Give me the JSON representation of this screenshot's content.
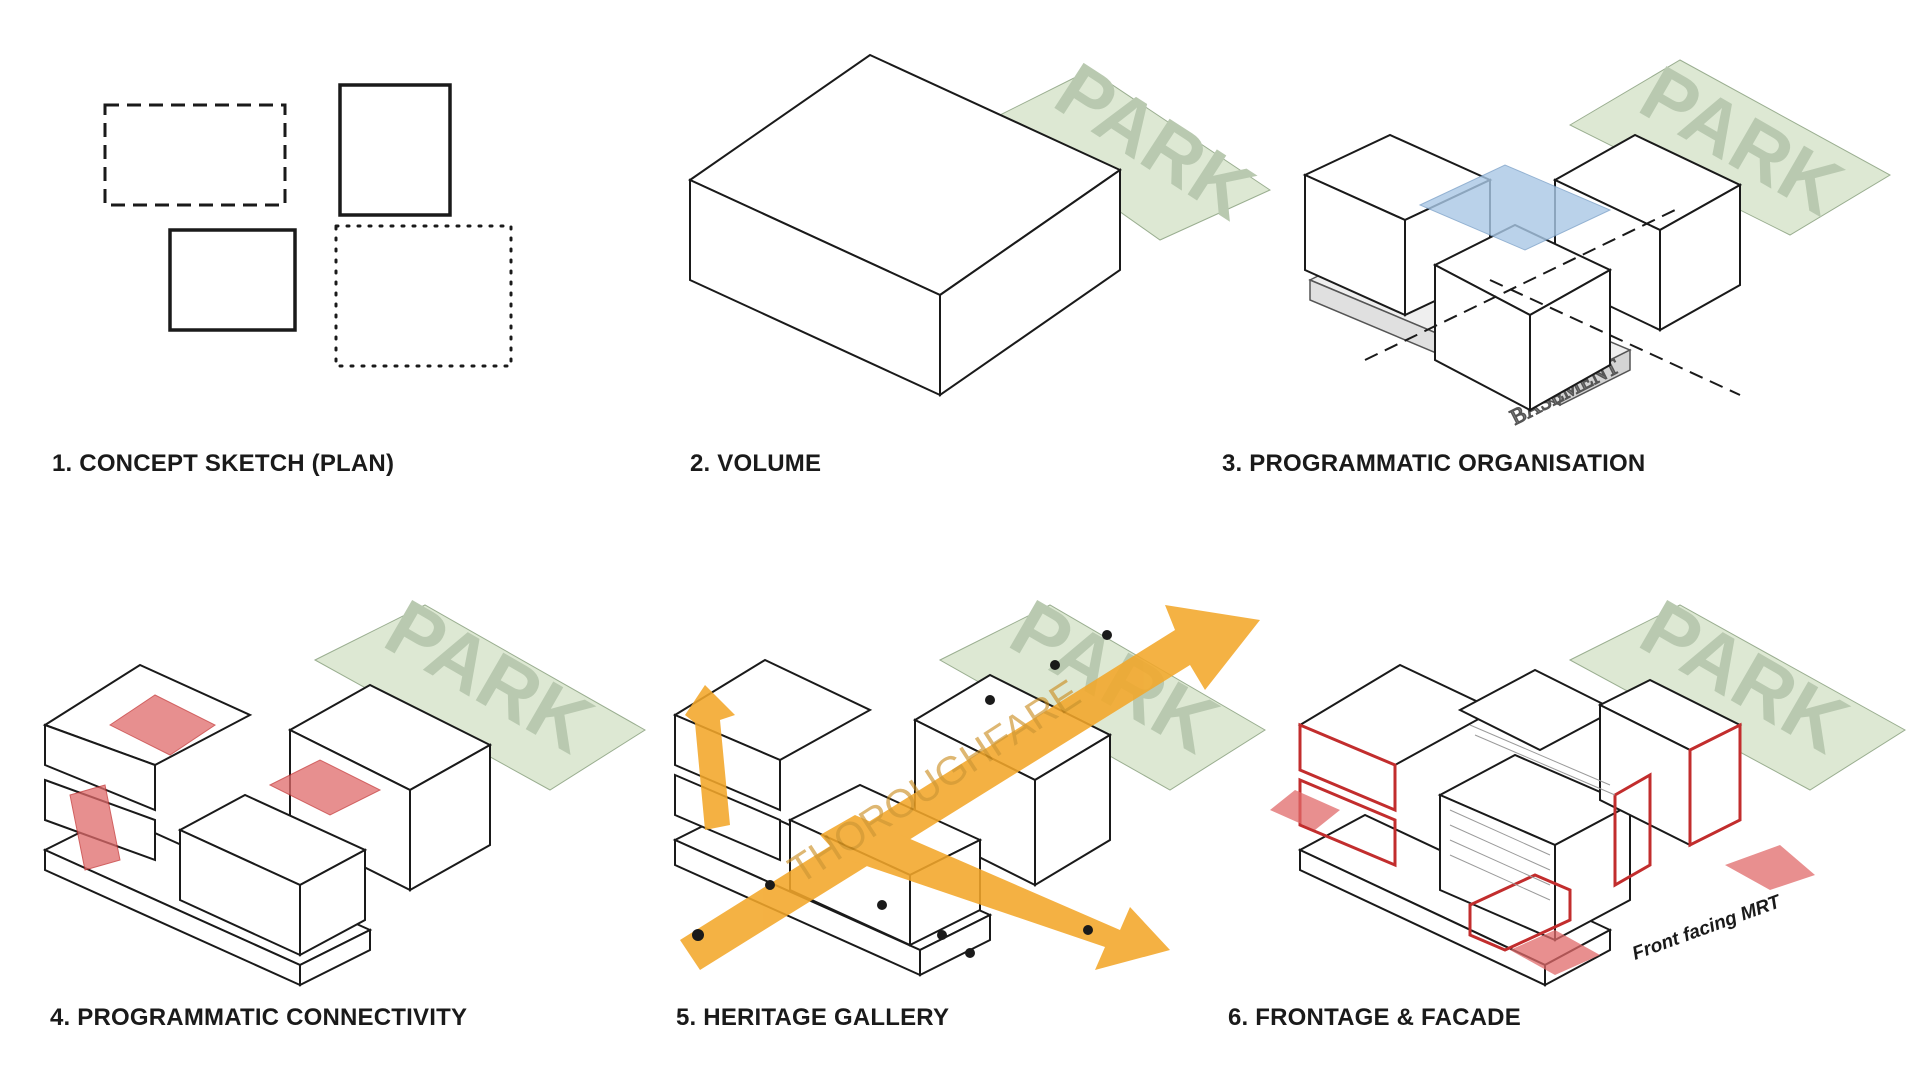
{
  "panels": [
    {
      "caption": "1. CONCEPT SKETCH (PLAN)"
    },
    {
      "caption": "2. VOLUME",
      "park_label": "PARK"
    },
    {
      "caption": "3. PROGRAMMATIC ORGANISATION",
      "park_label": "PARK",
      "basement_label": "BASEMENT"
    },
    {
      "caption": "4. PROGRAMMATIC CONNECTIVITY",
      "park_label": "PARK"
    },
    {
      "caption": "5. HERITAGE GALLERY",
      "park_label": "PARK",
      "path_label": "THOROUGHFARE"
    },
    {
      "caption": "6. FRONTAGE & FACADE",
      "park_label": "PARK",
      "mrt_label": "Front facing MRT"
    }
  ],
  "colors": {
    "park_fill": "#dde8d3",
    "park_text": "#b5c6aa",
    "block_line": "#1a1a1a",
    "basement_fill": "#e6e6e6",
    "blue_void": "#a9c8e6",
    "red_accent": "#c22d2d",
    "red_arrow": "#e06a6a",
    "orange_path": "#f3a72a"
  }
}
